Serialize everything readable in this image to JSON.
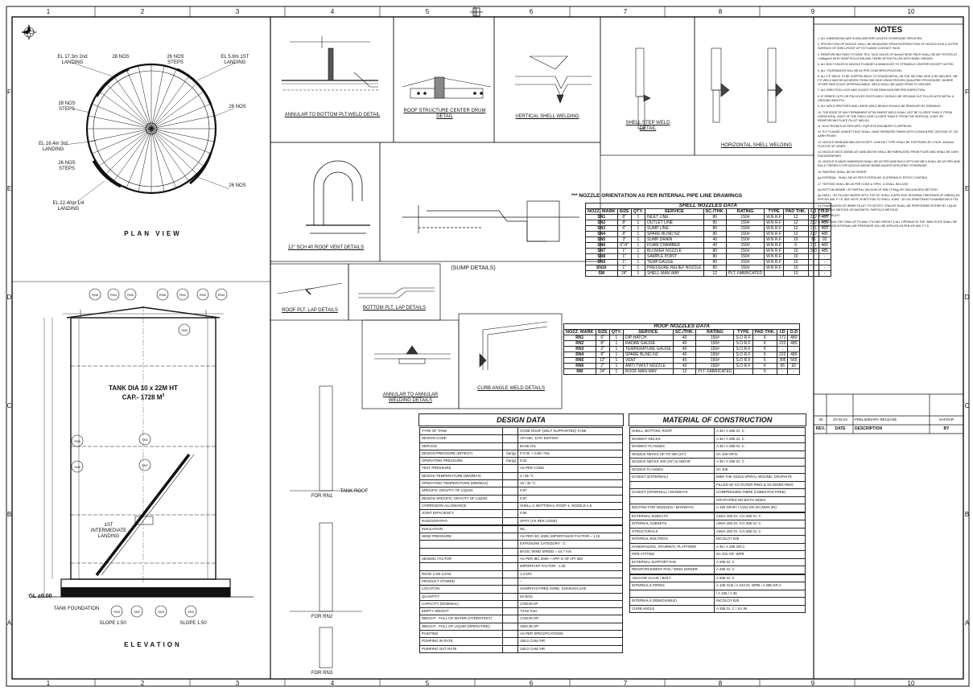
{
  "grid": {
    "cols": [
      "1",
      "2",
      "3",
      "4",
      "5",
      "6",
      "7",
      "8",
      "9",
      "10"
    ],
    "rows": [
      "F",
      "E",
      "D",
      "C",
      "B",
      "A"
    ]
  },
  "plan": {
    "title": "PLAN VIEW",
    "labels": [
      "EL 17.3m 2nd LANDING",
      "EL 5.8m 1ST LANDING",
      "EL 16.4m 3rd LANDING",
      "EL 22.40m 1/4 LANDING",
      "28 NOS",
      "26 NOS STEPS",
      "28 NOS STEPS",
      "26 NOS",
      "26 NOS STEPS",
      "26 NOS"
    ]
  },
  "elevation": {
    "title": "ELEVATION",
    "tank_label": "TANK DIA 10 x 22M HT",
    "capacity": "CAP.- 1728 M",
    "cap_sup": "3",
    "foundation": "TANK FOUNDATION",
    "slope_left": "SLOPE 1:50",
    "slope_right": "SLOPE 1:50",
    "landing": "1ST INTERMEDIATE LANDING",
    "gl": "GL ±0.00",
    "nozzles": [
      "RN6",
      "RN4",
      "RN5",
      "RN8",
      "RN1",
      "RN2",
      "RN3",
      "SN9",
      "SN1",
      "SN7",
      "SN8",
      "SN6",
      "SN5",
      "SN2",
      "SN3",
      "SN4"
    ]
  },
  "details": {
    "annular": "ANNULAR TO BOTTOM PLT.WELD DETAIL",
    "roof_drum": "ROOF STRUCTURE CENTER DRUM DETAIL",
    "vertical_weld": "VERTICAL SHELL WELDING",
    "shell_step": "SHELL STEP WELD DETAIL",
    "horizontal_weld": "HORIZONTAL SHELL WELDING",
    "vent": "12\" SCH 40 ROOF VENT DETAILS",
    "sump": "(SUMP DETAILS)",
    "roof_lap": "ROOF PLT. LAP DETAILS",
    "bottom_lap": "BOTTOM PLT. LAP DETAILS",
    "annular_annular": "ANNULAR TO ANNULAR WELDING DETAILS",
    "curb": "CURB ANGLE WELD DETAILS",
    "for_rn1": "FOR RN1",
    "for_rn2": "FOR RN2",
    "for_rn3": "FOR RN3",
    "tank_roof": "TANK ROOF"
  },
  "nozzle_header": "*** NOZZLE ORIENTATION AS PER INTERNAL PIPE LINE DRAWINGS",
  "shell_nozzles": {
    "title": "SHELL NOZZLES DATA",
    "headers": [
      "NOZZ. MARK",
      "SIZE",
      "QTY.",
      "SERVICE",
      "SC./THK.",
      "RATING",
      "TYPE",
      "PAD THK.",
      "I.D",
      "O.D"
    ],
    "rows": [
      [
        "SN1",
        "8\"",
        "1",
        "INLET LINE",
        "80",
        "150#",
        "W.N R.F",
        "12",
        "222",
        "485"
      ],
      [
        "SN2",
        "8\"",
        "1",
        "OUTLET LINE",
        "80",
        "150#",
        "W.N R.F",
        "12",
        "222",
        "485"
      ],
      [
        "SN3",
        "6\"",
        "1",
        "SUMP LINE",
        "80",
        "150#",
        "W.N R.F",
        "12",
        "171",
        "460"
      ],
      [
        "SN4",
        "8\"",
        "1",
        "SPARE BLIND NZ",
        "80",
        "150#",
        "W.N R.F",
        "12",
        "222",
        "485"
      ],
      [
        "SN5",
        "3\"",
        "1",
        "SUMP DRAIN",
        "40",
        "150#",
        "W.N R.F",
        "10",
        "95",
        "92"
      ],
      [
        "SN6",
        "6\"/4\"",
        "1",
        "FOAM CHAMBER",
        "40",
        "150#",
        "W.N R.F",
        "6",
        "171",
        "460"
      ],
      [
        "SN7",
        "1\"",
        "1",
        "BLOWER NOZZLE",
        "80",
        "150#",
        "W.N R.F",
        "10",
        "103",
        "485"
      ],
      [
        "SN8",
        "1\"",
        "1",
        "SAMPLE POINT",
        "80",
        "150#",
        "W.N R.F",
        "10",
        "-",
        "-"
      ],
      [
        "SN9",
        "1\"",
        "1",
        "TEMP.GAUGE",
        "80",
        "150#",
        "W.N R.F",
        "10",
        "-",
        "-"
      ],
      [
        "SN10",
        "1\"",
        "1",
        "PRESSURE RELIEF NOZZLE",
        "80",
        "150#",
        "W.N R.F",
        "10",
        "-",
        "-"
      ],
      [
        "SM",
        "24\"",
        "1",
        "SHELL MAN WAY",
        "12",
        "PLT. FABRICATED",
        "",
        "10",
        "-",
        "-"
      ]
    ]
  },
  "roof_nozzles": {
    "title": "ROOF NOZZLES DATA",
    "headers": [
      "NOZZ. MARK",
      "SIZE",
      "QTY.",
      "SERVICE",
      "SC./THK.",
      "RATING",
      "TYPE",
      "PAD THK.",
      "I.D",
      "O.D"
    ],
    "rows": [
      [
        "RN1",
        "6\"",
        "1",
        "DIP HATCH",
        "40",
        "150#",
        "S.O R.F",
        "6",
        "171",
        "480"
      ],
      [
        "RN2",
        "8\"",
        "1",
        "RADAR GAUGE",
        "40",
        "150#",
        "S.O R.F",
        "6",
        "222",
        "485"
      ],
      [
        "RN3",
        "2\"",
        "1",
        "TEMPERATURE GAUGE",
        "40",
        "150#",
        "S.O R.F",
        "6",
        "-",
        "-"
      ],
      [
        "RN4",
        "8\"",
        "1",
        "SPARE BLIND NZ",
        "40",
        "150#",
        "S.O R.F",
        "6",
        "222",
        "485"
      ],
      [
        "RN5",
        "12\"",
        "1",
        "VENT",
        "40",
        "150#",
        "S.O R.F",
        "6",
        "305",
        "565"
      ],
      [
        "RN6",
        "2\"",
        "1",
        "AMTI TWIST NOZZLE",
        "40",
        "150#",
        "S.O R.F",
        "6",
        "65",
        "92"
      ],
      [
        "RM",
        "24\"",
        "1",
        "ROOF MAN WAY",
        "12",
        "PLT. FABRICATED",
        "",
        "6",
        "-",
        "-"
      ]
    ]
  },
  "design": {
    "title": "DESIGN DATA",
    "rows": [
      [
        "TYPE OF TANK",
        "",
        "CONE ROOF (SELF SUPPORTED) TANK"
      ],
      [
        "DESIGN CODE",
        "",
        "API 650, 11TH EDITION"
      ],
      [
        "SERVICE",
        "",
        "BASE OIL"
      ],
      [
        "DESIGN PRESSURE (INT/EXT)",
        "bar(g)",
        "F.O.W. + 0.06 / NIL"
      ],
      [
        "OPERATING PRESSURE",
        "bar(g)",
        "0.02"
      ],
      [
        "TEST PRESSURE",
        "",
        "AS PER CODE"
      ],
      [
        "DESIGN TEMPERATURE (MIN/MAX)",
        "",
        "4 / 85 °C"
      ],
      [
        "OPERATING TEMPERATURE (MIN/MAX)",
        "",
        "15 / 35 °C"
      ],
      [
        "SPECIFIC GRAVITY OF LIQUID",
        "",
        "0.87"
      ],
      [
        "DESIGN SPECIFIC GRAVITY OF LIQUID",
        "",
        "0.87"
      ],
      [
        "CORROSION ALLOWANCE",
        "",
        "SHELL-2, BOTTOM-2, ROOF-1, NOZZLE-1.5"
      ],
      [
        "JOINT EFFICIENCY",
        "",
        "0.85"
      ],
      [
        "RADIOGRAPHY",
        "",
        "SPOT (AS PER CODE)"
      ],
      [
        "",
        "",
        " "
      ],
      [
        "INSULATION",
        "",
        "NIL"
      ],
      [
        "WIND PRESSURE",
        "",
        "AS PER ISC 2006, IMPORTANCE FACTOR = 1.15"
      ],
      [
        "",
        "",
        "EXPOSURE CATEGORY - C"
      ],
      [
        "",
        "",
        "BASIC WIND SPEED = 44.7 m/s"
      ],
      [
        "SEISMIC FACTOR",
        "",
        "AS PER IBC 2006 + APP. E OF API 650"
      ],
      [
        "",
        "",
        "IMPORTANT FACTOR : 1.25"
      ],
      [
        "ROOF LIVE LOAD",
        "",
        "1.2 kPA"
      ],
      [
        "PRODUCT STORED",
        "",
        "--"
      ],
      [
        "LOCATION",
        "",
        "HAMRIYAH FREE ZONE, SHARJAH,UAE"
      ],
      [
        "QUANTITY",
        "",
        "02 NOS"
      ],
      [
        "CAPACITY (NOMINAL)",
        "",
        "1728.00 M³"
      ],
      [
        "EMPTY WEIGHT",
        "",
        "73.93 Tons"
      ],
      [
        "WEIGHT - FULL OF WATER (HYDROTEST)",
        "",
        "1728.00 MT"
      ],
      [
        "WEIGHT - FULL OF LIQUID (OPERATING)",
        "",
        "1503.36 MT"
      ],
      [
        "PAINTING",
        "",
        "AS PER SPECIFICATIONS"
      ],
      [
        "PUMPING IN RATE",
        "",
        "150.0 CUM./HR"
      ],
      [
        "PUMPING OUT RATE",
        "",
        "150.0 CUM./HR"
      ]
    ]
  },
  "material": {
    "title": "MATERIAL OF CONSTRUCTION",
    "rows": [
      [
        "SHELL, BOTTOM, ROOF",
        "A 36 / A 285 Gr. C"
      ],
      [
        "MANWAY NECKS",
        "A 36 / A 285 Gr. C"
      ],
      [
        "MANWAY FLANGES",
        "A 36 / A 285 Gr. C"
      ],
      [
        "NOZZLE NECKS UP TO 350 (14\")",
        "SA 106 GR B"
      ],
      [
        "NOZZLE NECKS 400 (16\") & ABOVE",
        "A 36 / A 285 Gr. C"
      ],
      [
        "NOZZLE FLANGES",
        "SA 105"
      ],
      [
        "GASKET (EXTERNAL)",
        "6MM THK SS316 SPIRAL WOUND, GRAPHITE"
      ],
      [
        "",
        "FILLED W/ CS OUTER RING & SS INNER RING"
      ],
      [
        "GASKET (INTERNAL) / MANWAYS",
        "COMPRESSED FIBRE (ASBESTOS FREE)"
      ],
      [
        "",
        "GRAPHITED ON BOTH SIDES"
      ],
      [
        "BOLTING FOR NOZZLES / MANWAYS",
        "A 193 GR.B7 / A194 GR.2H (NON ZN)"
      ],
      [
        "",
        ""
      ],
      [
        "EXTERNAL SUBSCTS",
        "A36/A 283 Gr. C/A 285 Gr. C"
      ],
      [
        "INTERNAL SUBSETS",
        "A36/A 283 Gr. C/A 285 Gr. C"
      ],
      [
        "STRUCTURALS",
        "A36/A 283 Gr. C/A 285 Gr. C"
      ],
      [
        "INTERNAL BOLTINGS",
        "INCOLOY 825"
      ],
      [
        "HANDRAILING, STAIRWAY, PLATFORM",
        "A 36 / A 285 GR.C"
      ],
      [
        "PIPE FITTING",
        "SA 234 GR. WPB"
      ],
      [
        "EXTERNAL SUPPORT PAD",
        "A 285 Gr. C"
      ],
      [
        "REINFORCEMENT PAD / WIND GIRDER",
        "A 285 Gr. C"
      ],
      [
        "",
        ""
      ],
      [
        "ANCHOR CHAIR / BOLT",
        "A 285 Gr. C"
      ],
      [
        "INTERNALS PIPING",
        "A 106 Gr.B / A 234 Gr. WPB / A 285 GR.C"
      ],
      [
        "",
        "/ A 105 / A 36"
      ],
      [
        "INTERNALS (REMOVABLE)",
        "INCOLOY 825"
      ],
      [
        "CURB ANGLE",
        "A 285 Gr. C / SA 36"
      ]
    ]
  },
  "notes": {
    "title": "NOTES",
    "items": [
      "1. ALL DIMENSIONS ARE IN MILLIMETERS UNLESS OTHERWISE SPECIFIED.",
      "2. PROJECTION OF NOZZLE SHALL BE MEASURED FROM INTERSECTION OF NOZZLE AXIS & OUTER SURFACE OF SHELL/ROOF UP TO FLANGE CONTACT FACE.",
      "3. REINFORCING PADS TO HAVE TELL TALE HOLES OF 6mm&THESE PADS SHALL BE AIR TESTED AT 1.05kg/cm² WITH SOAP SOLUTION AND THERE AFTER FILLED WITH HARD GREASE.",
      "4. ALL BOLT HOLES IN NOZZLE FLANGES & MANHOLES TO STRADDLE CENTERS EXCEPT NOTED.",
      "5. ALL TOLERANCES WILL BE AS PER CODE/SPECIFICATION.",
      "6. ALL F.P. WELD TO BE CHIPPED BACK TO SOUND METAL ON THE SECOND SIDE & RE-WELDED. NB: F.P. WELD MAY BE ACHIEVED FROM ONE SIDE USING PROVEN QUALIFIED PROCEDURE, WHERE OTHER SIDE IS NOT APPROACHABLE, WELD SHALL BE MADE FROM TO WELDER.",
      "7. ALL ERECTION LUGS AND CLEATS TO BE REMOVED BEFORE INSPECTION.",
      "8. IF ORDER CUTS OR PIN HOLES EXIST/LIKELY SHOULD BE GROUND OUT FILLED WITH METAL & GROUND SMOOTH.",
      "9. ALL WELD SPATTERS AND LARGE WELD BEADS SHOULD BE REMOVED BY GRINDING.",
      "10. THE EDGE OF ANY PERMANENT ATTACHMENT WELD SHALL NOT BE CLOSER THAN 3\" FROM HORIZONTAL JOINT OF THE SHELL NOR CLOSER THAN 6\" FROM THE VERTICAL JOINT OR REINFORCING PLATE FILLET WELDS.",
      "11. ELECTRODES AS PER WPS / PQR SITE ENGINEER TO APPROVE.",
      "12. R.F. FLANGE GASKET FACE SHALL HAVE SERRATED FINISH WITH CONCENTRIC GROOVE OF 125 AARH FINISH.",
      "13. NOZZLE 50NB AND BELOW EXCEPT LOOKOUT TYPE SHALL BE STIFFENED BY 2 NOS. 40x6mm FLATS AT 90° APART.",
      "14. NOZZLE NECK 400NB (16\") AND ABOVE SHALL BE FABRICATED FROM PLATE AND SHALL BE 100% RADIOGRAPHED.",
      "15. NOZZLE FLANGE DIMENSION SHALL BE AS PER ANSI B16.5 UPTO 600 NB & SHALL BE AS PER ANSI B16.47 SERIES A FOR NOZZLE ABOVE 600NB UNLESS SPECIFIED OTHERWISE.",
      "16. PAINTING SHALL BE AS ORDER :",
      "(a) INTERNAL : SHALL BE AS PER SYSTEM NO.12 (PHENOLIC EPOXY COATING)",
      "17. TESTING SHALL BE AS PER CODE & SPEC. & SHALL INCLUDE :",
      "(a) BOTTOM SEAMS : BY PARTIAL VACUUM OF MIN 3 PSI(g) BY VACUUM BOX METHOD.",
      "(b) SHELL : BY FILLING WATER UPTO TOP OF SHELL & APPLYING INTERNAL PRESSURE (IF AIRING) AS PER API 650, F.7.6, SEE NOTE 20 BOTTOM TO SHELL JOINT : BY DIL PENETRANT EXAMINATION & PDI",
      "(c) EXAMINATION OF INNER FILLET TO DETECT CRACKS SHALL BE PERFORMED EITHER BY LIQUID PENETRANT METHOD OR MAGNETIC PARTICLE METHOD.",
      "(d) CONE ROOF:",
      "(i) BY FILLING THE TANK UP TO MAX. FILLING HEIGHT & ALL OPENING IN THE TANK ROOF SHALL BE CLOSED AND INTERNAL AIR PRESSURE WILL BE APPLIED AS PER API 650, F.7.6."
    ]
  },
  "revision": {
    "rev": "00",
    "date": "20-03-22",
    "desc": "PRELIMINARY RELEASE",
    "by": "SAFDAR",
    "headers": [
      "REV.",
      "DATE",
      "DESCRIPTION",
      "BY"
    ]
  }
}
